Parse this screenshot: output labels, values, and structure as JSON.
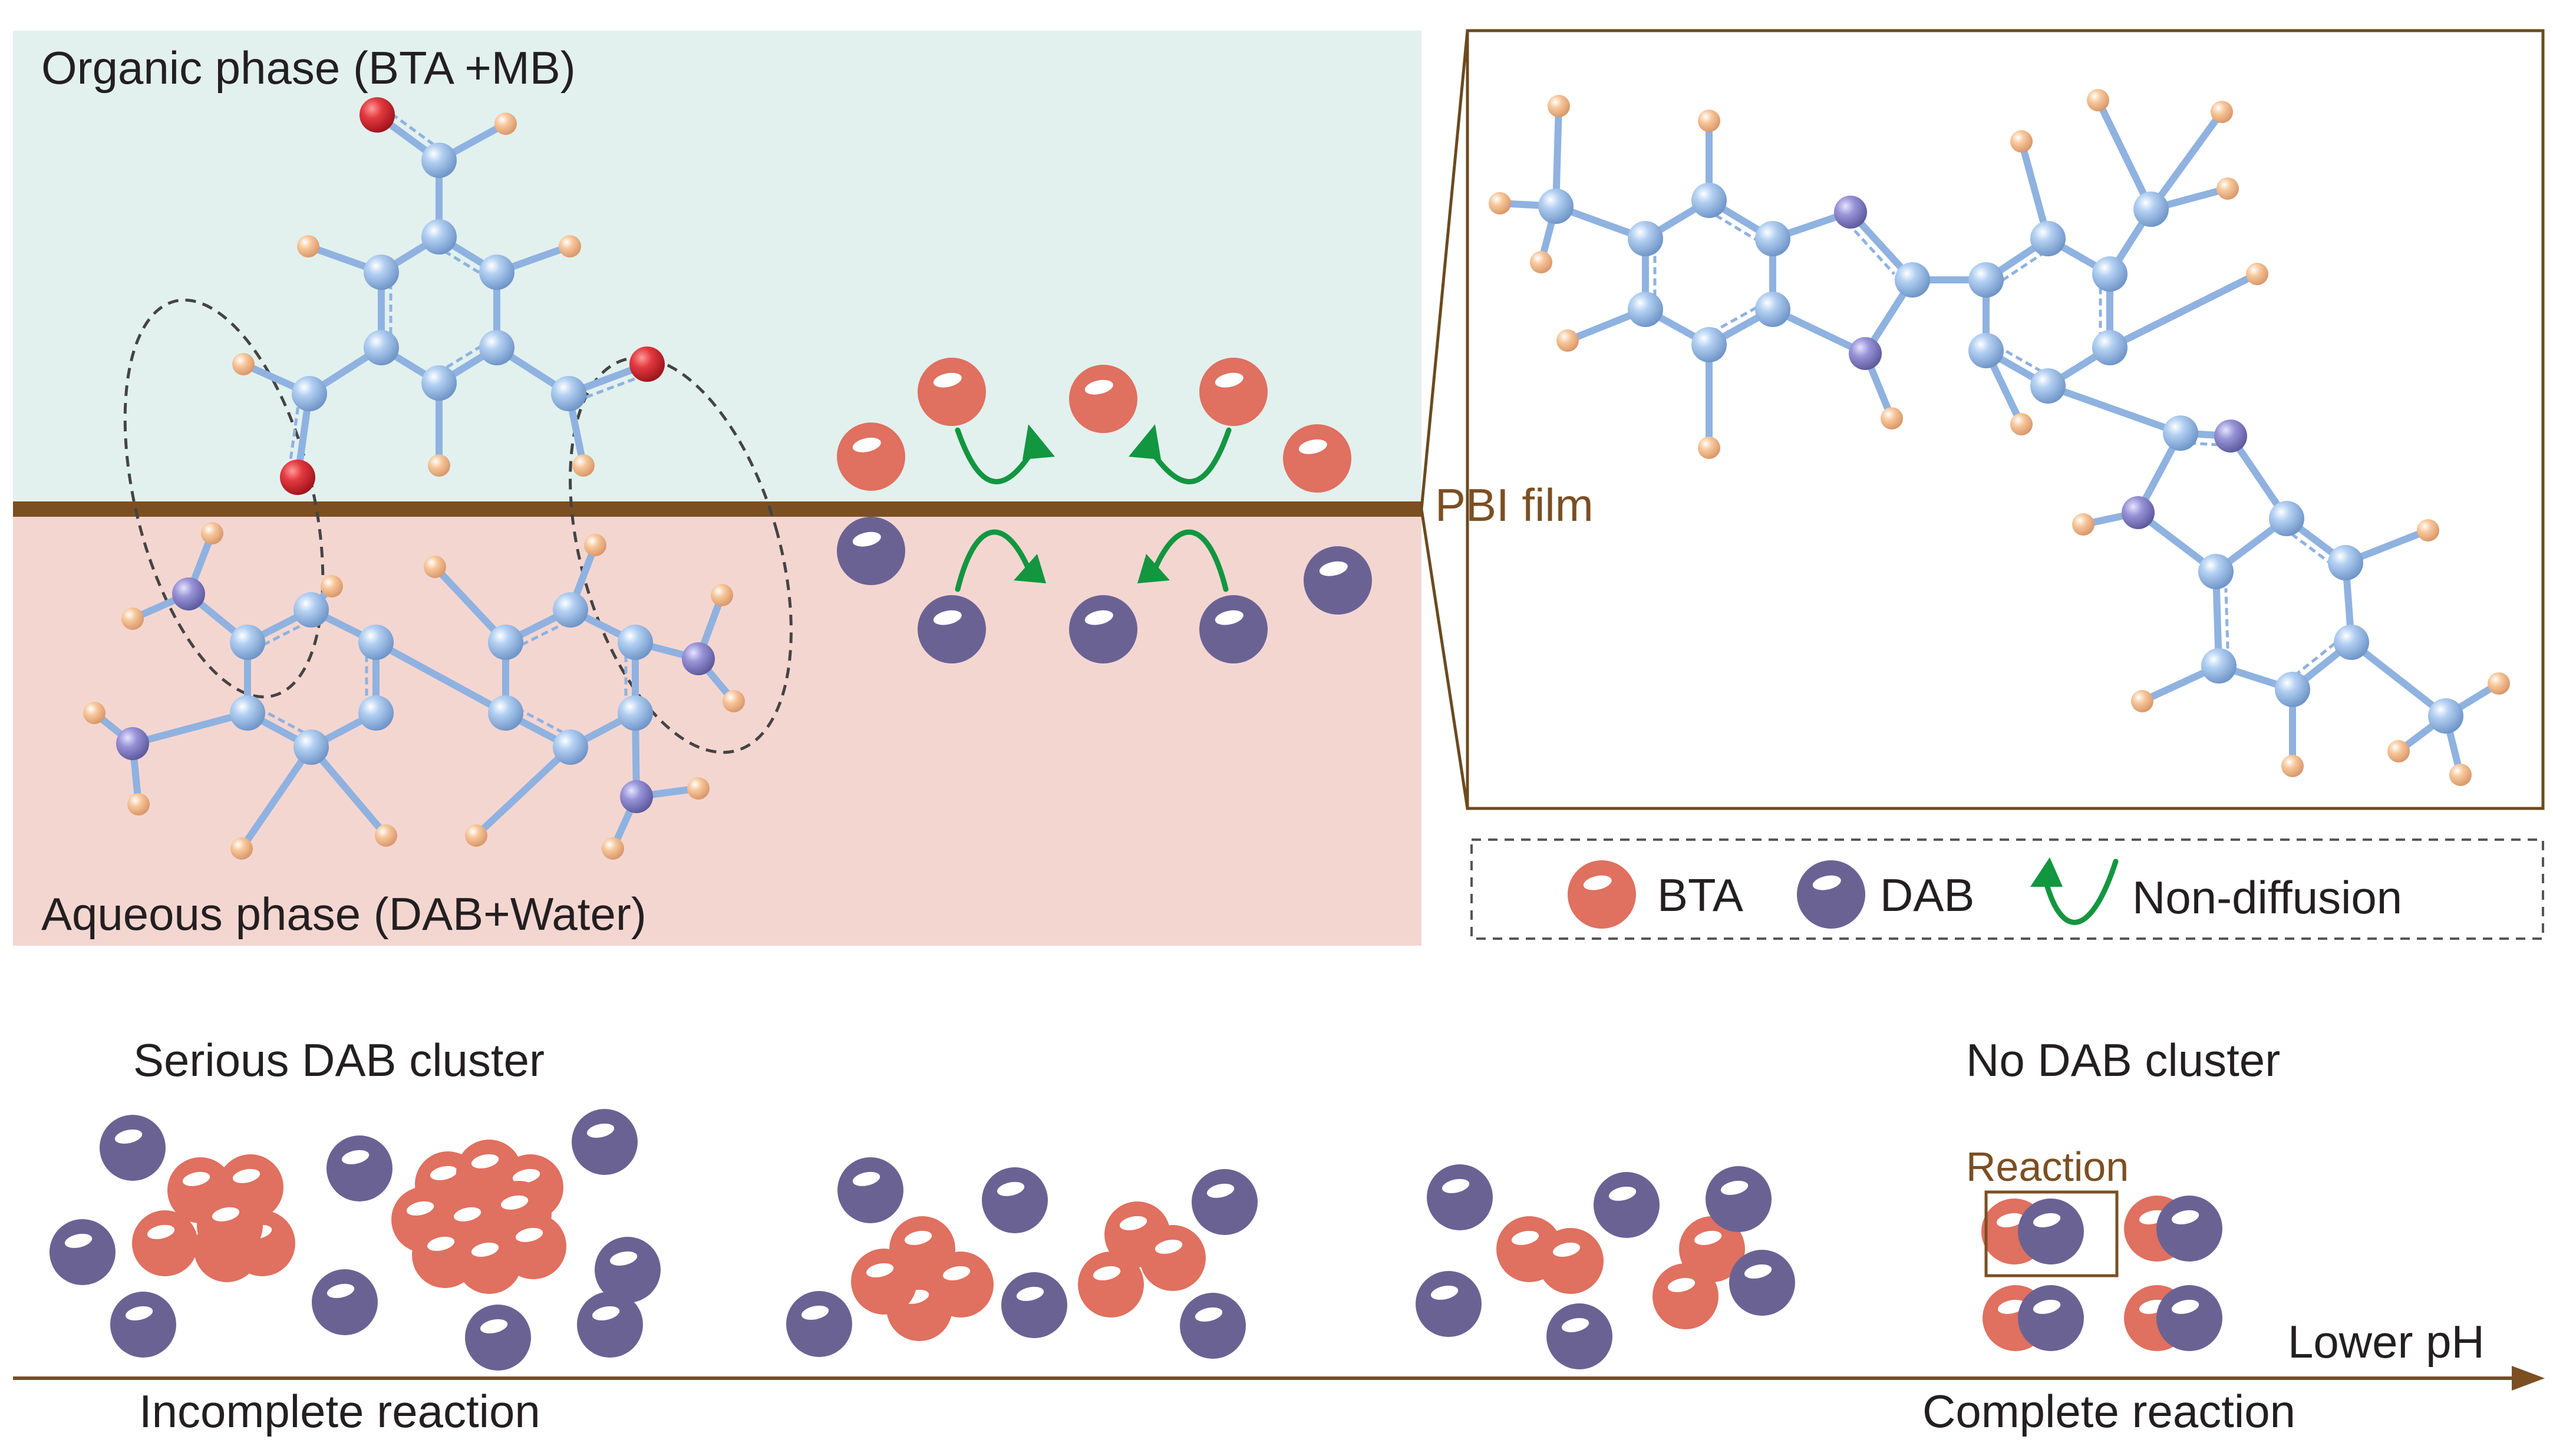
{
  "interface": {
    "organic_label": "Organic phase (BTA +MB)",
    "aqueous_label": "Aqueous phase (DAB+Water)",
    "film_label": "PBI film"
  },
  "legend": {
    "bta": "BTA",
    "dab": "DAB",
    "non_diffusion": "Non-diffusion"
  },
  "process": {
    "left_title": "Serious DAB cluster",
    "right_title": "No DAB cluster",
    "reaction_box": "Reaction",
    "axis_label": "Lower pH",
    "left_caption": "Incomplete reaction",
    "right_caption": "Complete reaction"
  },
  "colors": {
    "organic_phase": "#e2f1ee",
    "aqueous_phase": "#f4d6d1",
    "interface_film": "#7b4f22",
    "bta_particle": "#e0705f",
    "dab_particle": "#6b6294",
    "non_diffusion_arrow": "#12963f",
    "carbon_atom": "#a9c8ec",
    "hydrogen_atom": "#f5bf8e",
    "oxygen_atom": "#e0303a",
    "nitrogen_atom": "#8e8bd0"
  }
}
